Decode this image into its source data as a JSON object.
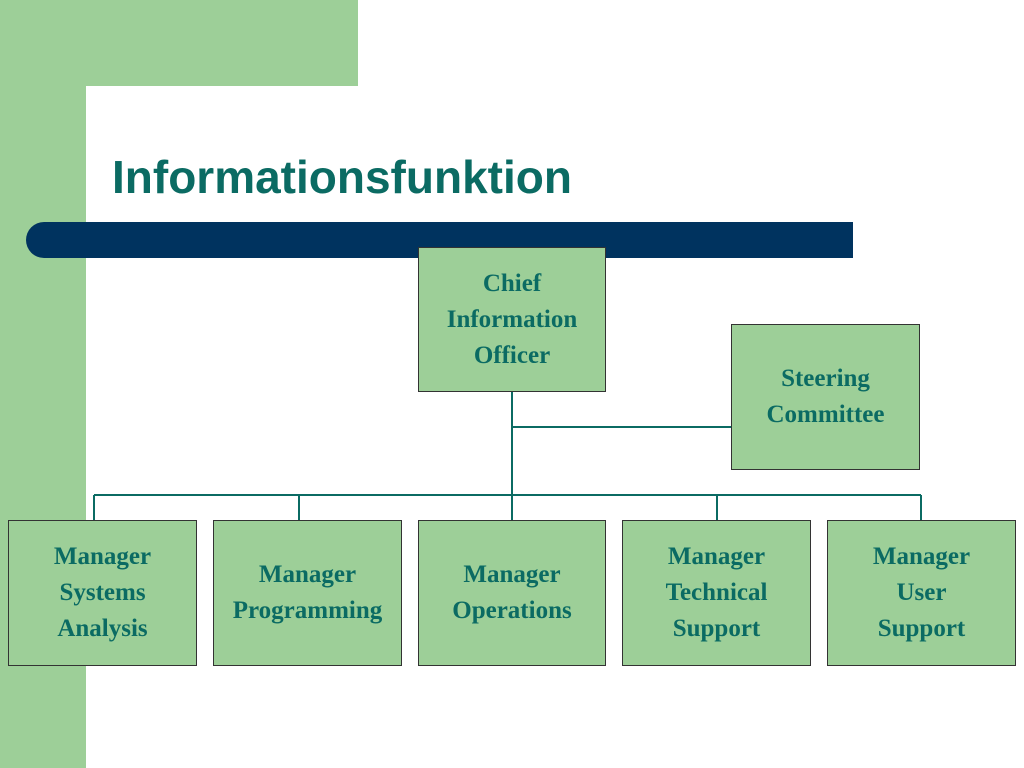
{
  "slide": {
    "title": "Informationsfunktion"
  },
  "colors": {
    "accent_green": "#9dcf98",
    "dark_blue_bar": "#00335f",
    "text_teal": "#0b6b63"
  },
  "org_chart": {
    "top": "Chief\nInformation\nOfficer",
    "staff": "Steering\nCommittee",
    "managers": [
      "Manager\nSystems\nAnalysis",
      "Manager\nProgramming",
      "Manager\nOperations",
      "Manager\nTechnical\nSupport",
      "Manager\nUser\nSupport"
    ]
  }
}
